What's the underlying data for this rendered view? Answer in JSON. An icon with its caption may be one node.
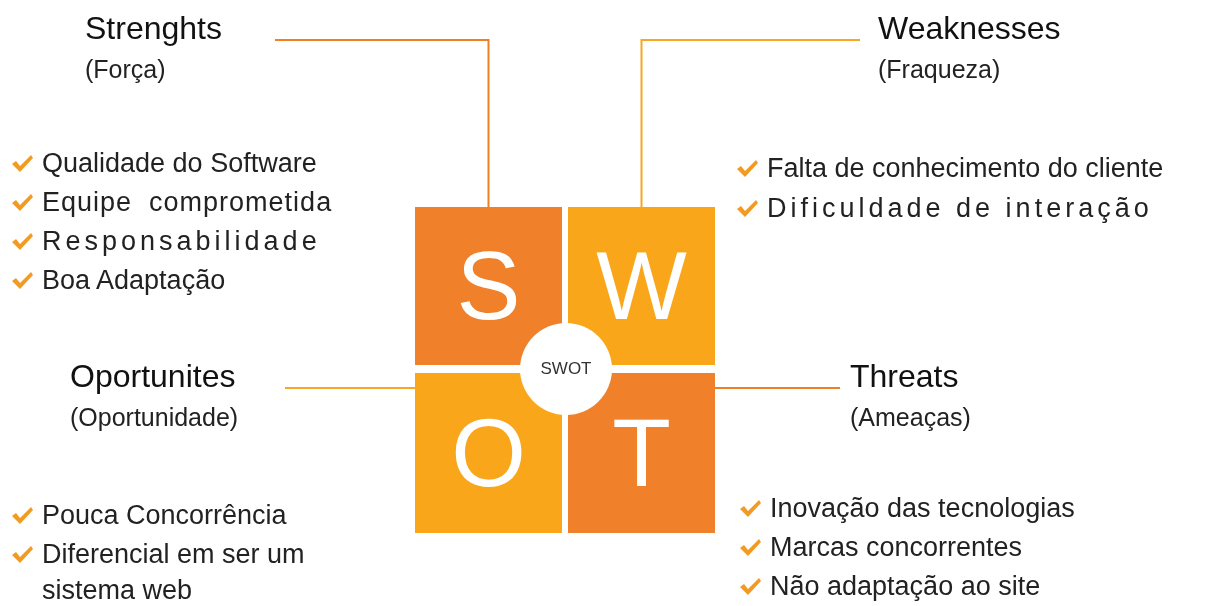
{
  "diagram": {
    "nodes": [
      {
        "text": [
          "Strenghts",
          "(Força)"
        ]
      },
      {
        "text": [
          "Weaknesses",
          "(Fraqueza)"
        ]
      },
      {
        "text": [
          "Oportunites",
          "(Oportunidade)"
        ]
      },
      {
        "text": [
          "Threats",
          "(Ameaças)"
        ]
      },
      {
        "text": [
          "S"
        ]
      },
      {
        "text": [
          "W"
        ]
      },
      {
        "text": [
          "O"
        ]
      },
      {
        "text": [
          "T"
        ]
      },
      {
        "text": [
          "SWOT"
        ]
      }
    ],
    "edges": [
      {
        "from": 0,
        "to": 4,
        "arrow": "none"
      },
      {
        "from": 1,
        "to": 5,
        "arrow": "none",
        "color": "#f7a823"
      },
      {
        "from": 2,
        "to": 6,
        "arrow": "none",
        "color": "#f7a823"
      },
      {
        "from": 3,
        "to": 7,
        "arrow": "none"
      }
    ],
    "labels": [
      "Qualidade do Software",
      "Equipe  comprometida",
      "Responsabilidade",
      "Boa Adaptação",
      "Falta de conhecimento do cliente",
      "Dificuldade de interação",
      "Pouca Concorrência",
      "Diferencial em ser um sistema web",
      "Inovação das tecnologias",
      "Marcas concorrentes",
      "Não adaptação ao site"
    ]
  }
}
